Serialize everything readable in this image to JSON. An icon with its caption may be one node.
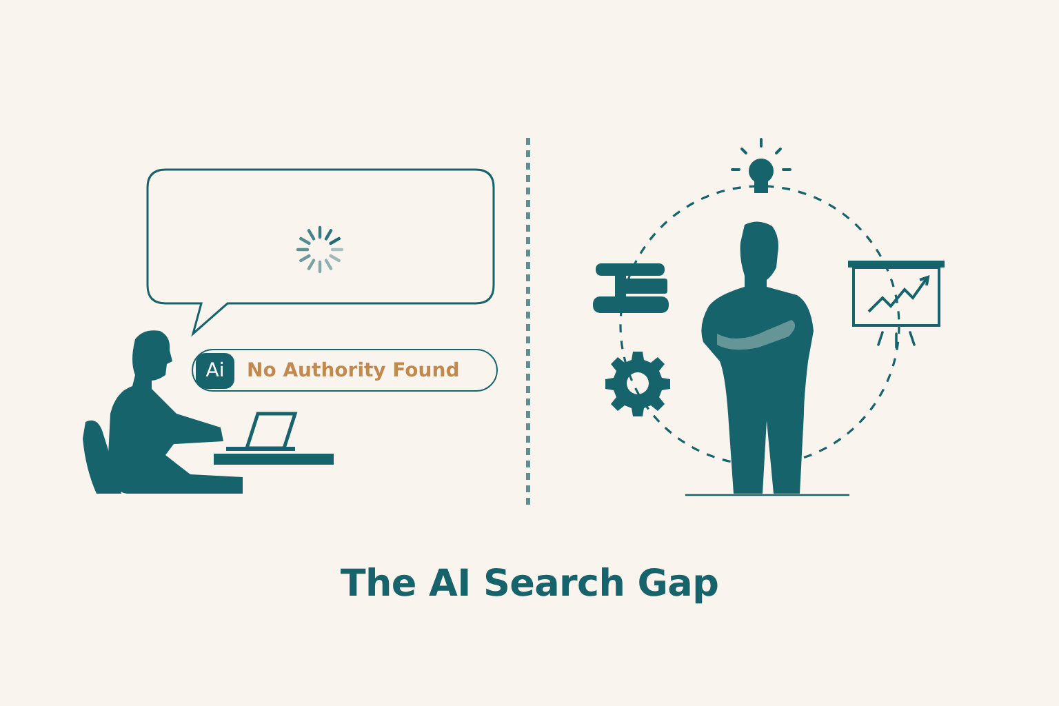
{
  "diagram": {
    "title": "The AI Search Gap",
    "nodes": [
      {
        "text": [
          "No Authority Found"
        ]
      },
      {
        "text": [
          "Ai"
        ],
        "in": 0
      }
    ]
  }
}
